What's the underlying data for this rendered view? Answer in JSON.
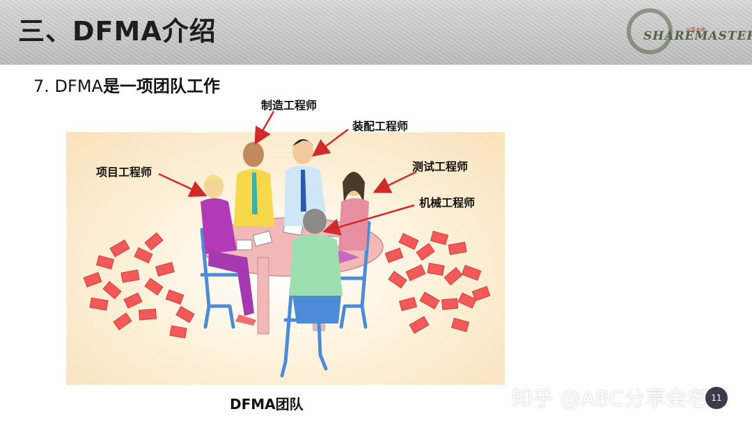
{
  "header": {
    "title": "三、DFMA介绍",
    "logo_text": "SHAREMASTER",
    "logo_sub": "分享大师"
  },
  "subtitle": {
    "prefix": "7. DFMA",
    "suffix": "是一项团队工作"
  },
  "roles": {
    "manufacturing": "制造工程师",
    "assembly": "装配工程师",
    "project": "项目工程师",
    "test": "测试工程师",
    "mechanical": "机械工程师"
  },
  "caption": "DFMA团队",
  "watermark": "知乎 @ABC分享会老田",
  "page_number": "11",
  "colors": {
    "arrow": "#d12a2a",
    "bricks": "#f25a5a",
    "background": "#f9e2bb"
  }
}
